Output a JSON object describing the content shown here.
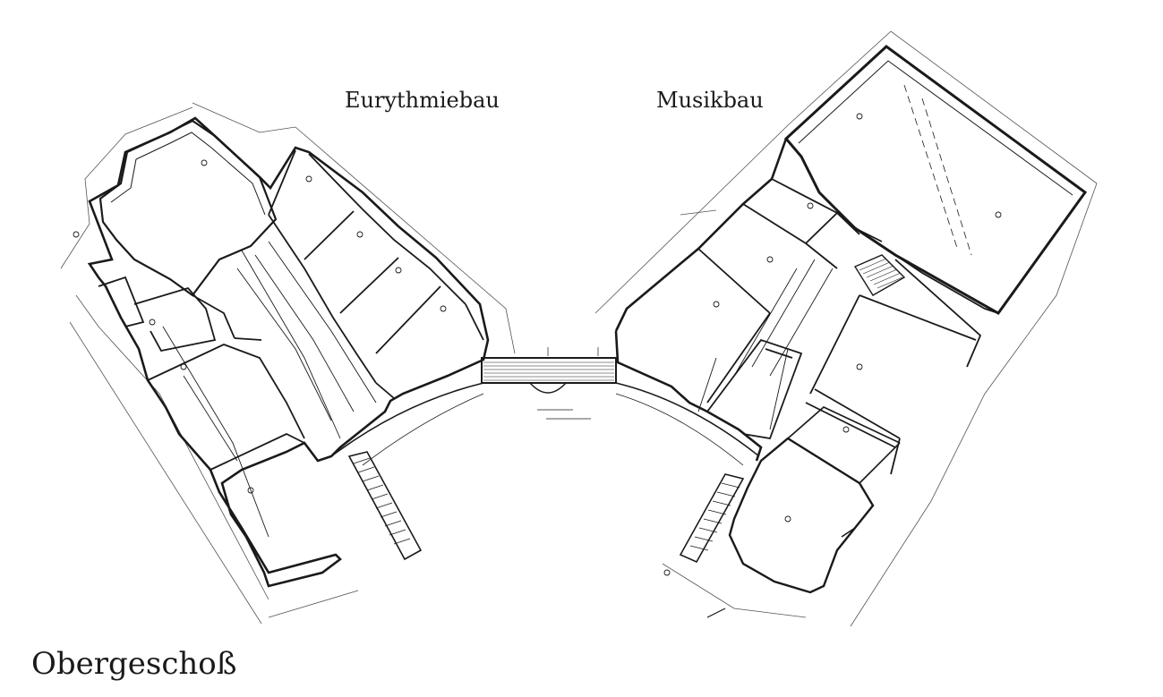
{
  "labels": {
    "left_building": "Eurythmiebau",
    "right_building": "Musikbau",
    "floor": "Obergeschoß"
  },
  "colors": {
    "ink": "#1a1a1a",
    "paper": "#ffffff"
  }
}
